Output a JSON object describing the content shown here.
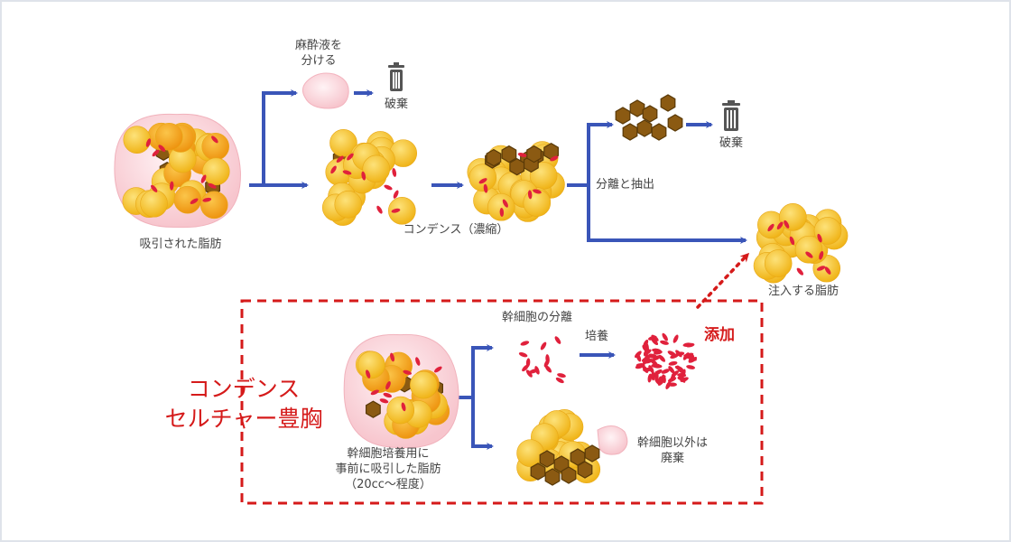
{
  "diagram": {
    "labels": {
      "suctioned_fat": "吸引された脂肪",
      "separate_anesthetic_line1": "麻酔液を",
      "separate_anesthetic_line2": "分ける",
      "discard_top": "破棄",
      "discard_right": "破棄",
      "condense": "コンデンス（濃縮）",
      "separate_extract": "分離と抽出",
      "injected_fat": "注入する脂肪",
      "stem_cell_separation": "幹細胞の分離",
      "culture": "培養",
      "add": "添加",
      "title_line1": "コンデンス",
      "title_line2": "セルチャー豊胸",
      "pre_fat_line1": "幹細胞培養用に",
      "pre_fat_line2": "事前に吸引した脂肪",
      "pre_fat_line3": "（20cc〜程度）",
      "others_discard_line1": "幹細胞以外は",
      "others_discard_line2": "廃棄"
    },
    "icons": [
      "trash-icon",
      "trash-icon"
    ],
    "colors": {
      "arrow": "#3a55b8",
      "accent_red": "#d51a1a",
      "fat_yellow": "#f5c531",
      "fat_orange": "#f0a020",
      "hexagon_brown": "#8b5a12",
      "stem_cell_red": "#e0213c",
      "membrane_pink": "#f9d3d8"
    }
  }
}
